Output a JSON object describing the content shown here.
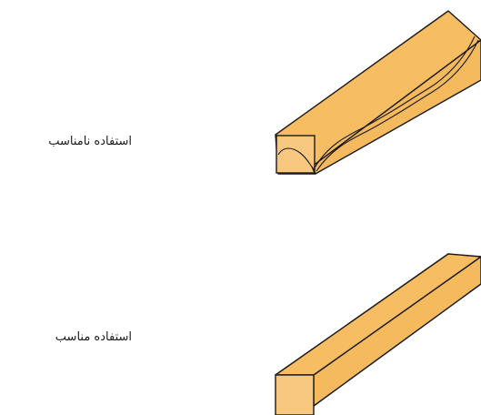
{
  "figure": {
    "items": [
      {
        "caption": "استفاده نامناسب",
        "condition": "grain-defect"
      },
      {
        "caption": "استفاده مناسب",
        "condition": "straight"
      }
    ],
    "colors": {
      "wood_top": "#f7bd62",
      "wood_side": "#f6c37a",
      "wood_end": "#f9c880",
      "outline": "#1a1a1a",
      "background": "#ffffff"
    }
  }
}
